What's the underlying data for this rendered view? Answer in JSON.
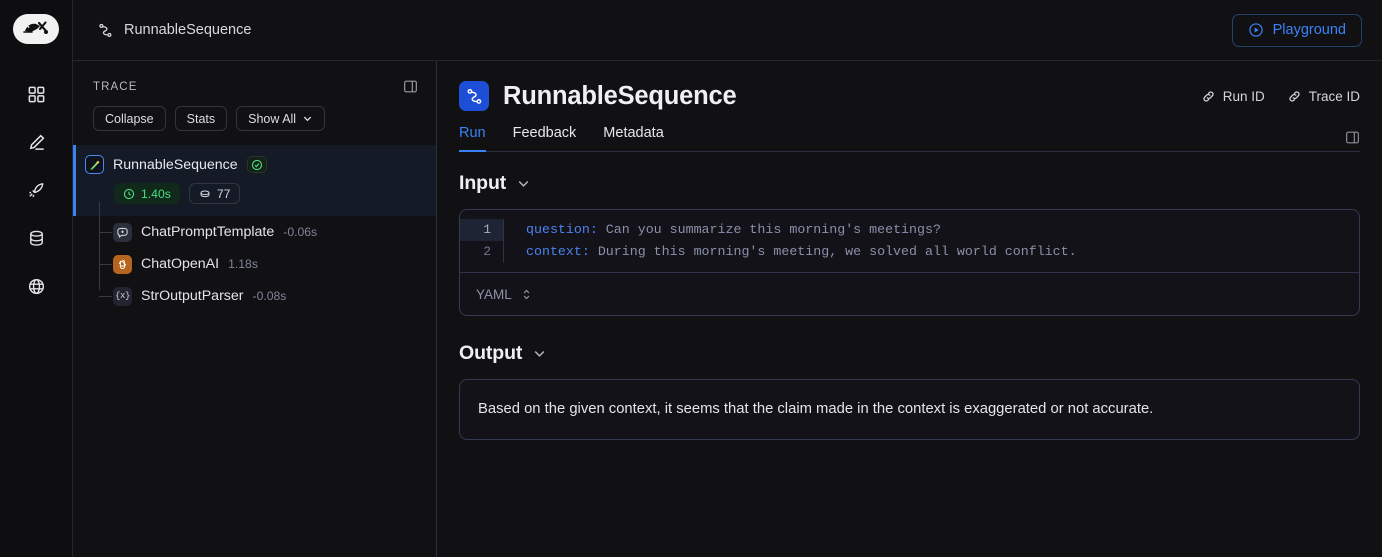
{
  "rail": {
    "logo_name": "langsmith-logo",
    "items": [
      {
        "name": "dashboard-icon",
        "label": "Dashboard"
      },
      {
        "name": "annotate-icon",
        "label": "Annotate"
      },
      {
        "name": "deployments-icon",
        "label": "Deployments"
      },
      {
        "name": "datasets-icon",
        "label": "Datasets"
      },
      {
        "name": "globe-icon",
        "label": "Public"
      }
    ]
  },
  "topbar": {
    "breadcrumb": "RunnableSequence",
    "breadcrumb_icon": "sequence-icon",
    "playground_label": "Playground",
    "playground_icon": "play-circle-icon",
    "playground_color": "#3b82f6"
  },
  "trace": {
    "title": "TRACE",
    "collapse_panel_icon": "panel-collapse-icon",
    "buttons": [
      {
        "label": "Collapse",
        "name": "collapse-button",
        "has_chevron": false
      },
      {
        "label": "Stats",
        "name": "stats-button",
        "has_chevron": false
      },
      {
        "label": "Show All",
        "name": "show-all-button",
        "has_chevron": true
      }
    ],
    "root": {
      "name": "RunnableSequence",
      "icon": "langchain-parrot-icon",
      "status": "success",
      "status_icon": "check-circle-icon",
      "duration": "1.40s",
      "duration_icon": "clock-icon",
      "tokens": "77",
      "tokens_icon": "token-coin-icon",
      "accent": "#3b82f6",
      "success_color": "#4ade80"
    },
    "children": [
      {
        "name": "ChatPromptTemplate",
        "duration": "-0.06s",
        "icon": "chat-prompt-icon"
      },
      {
        "name": "ChatOpenAI",
        "duration": "1.18s",
        "icon": "openai-icon"
      },
      {
        "name": "StrOutputParser",
        "duration": "-0.08s",
        "icon": "braces-x-icon"
      }
    ]
  },
  "detail": {
    "title": "RunnableSequence",
    "title_icon": "sequence-icon",
    "links": [
      {
        "label": "Run ID",
        "name": "run-id-link",
        "icon": "link-icon"
      },
      {
        "label": "Trace ID",
        "name": "trace-id-link",
        "icon": "link-icon"
      }
    ],
    "tabs": [
      {
        "label": "Run",
        "active": true
      },
      {
        "label": "Feedback",
        "active": false
      },
      {
        "label": "Metadata",
        "active": false
      }
    ],
    "active_tab_color": "#3b82f6",
    "panel_toggle_icon": "panel-collapse-icon",
    "input": {
      "heading": "Input",
      "chevron_icon": "chevron-down-icon",
      "lines": [
        {
          "num": "1",
          "key": "question:",
          "value": " Can you summarize this morning's meetings?"
        },
        {
          "num": "2",
          "key": "context:",
          "value": " During this morning's meeting, we solved all world conflict."
        }
      ],
      "language": "YAML",
      "language_icon": "chevron-up-down-icon"
    },
    "output": {
      "heading": "Output",
      "chevron_icon": "chevron-down-icon",
      "text": "Based on the given context, it seems that the claim made in the context is exaggerated or not accurate."
    }
  }
}
